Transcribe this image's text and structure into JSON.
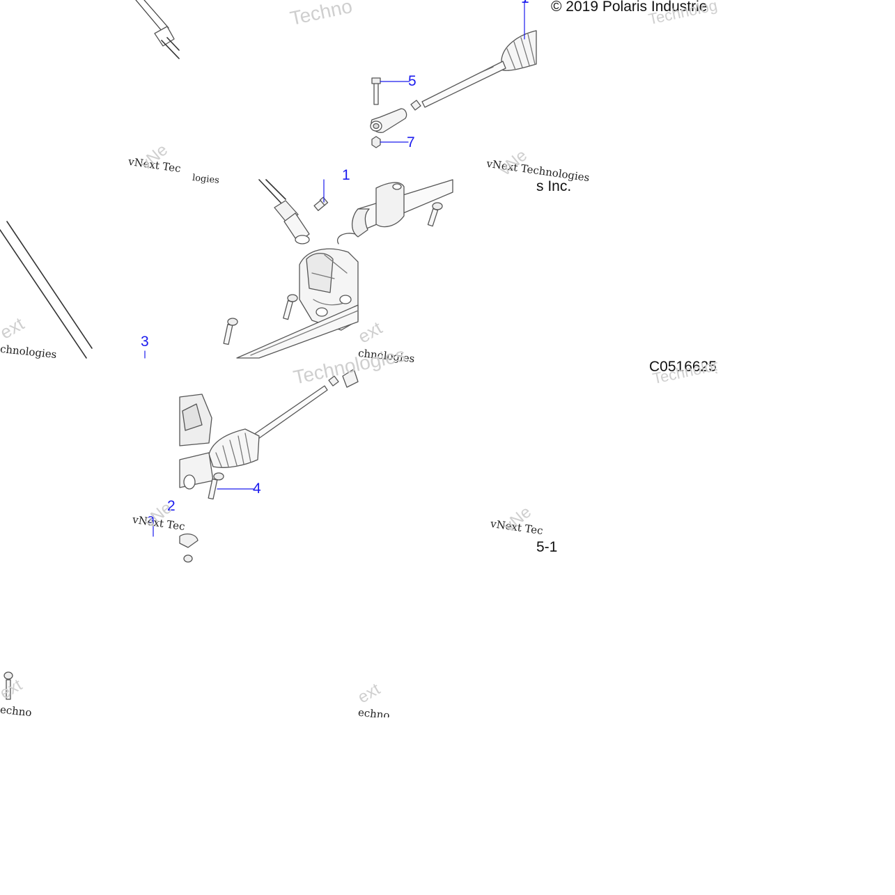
{
  "diagram": {
    "copyright": "© 2019 Polaris Industrie",
    "copyright_tail": "s Inc.",
    "drawing_code": "C0516625",
    "frag_code_tail": "5-1",
    "callouts": {
      "c1": "1",
      "c2": "2",
      "c3": "3",
      "c4": "4",
      "c5": "5",
      "c7": "7"
    },
    "watermarks": {
      "vnext_tech": "vNext Tec",
      "vnext_tech_long": "vNext Technologies",
      "vnext_short": "vNext",
      "vne": "vNe",
      "ext": "ext",
      "technologies": "Technologies",
      "techno": "Techno",
      "technologies_frag": "Technologies",
      "chnologies": "chnologies",
      "echno": "echno",
      "logies": "logies"
    }
  }
}
